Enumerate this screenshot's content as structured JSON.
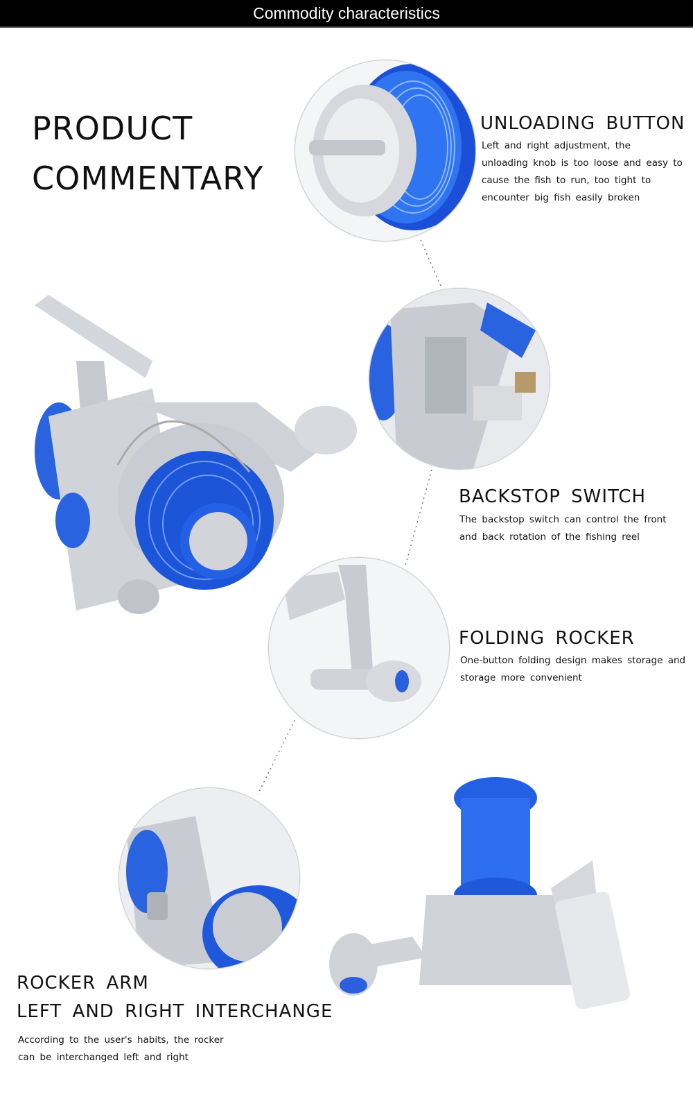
{
  "header": {
    "title": "Commodity characteristics"
  },
  "intro": {
    "line1": "PRODUCT",
    "line2": "COMMENTARY"
  },
  "features": [
    {
      "title": "UNLOADING BUTTON",
      "text": "Left and right adjustment, the\nunloading knob is too loose and easy to\ncause the fish to run, too tight to\nencounter big fish easily broken"
    },
    {
      "title": "BACKSTOP SWITCH",
      "text": "The backstop switch can control the front\nand back rotation of the fishing reel"
    },
    {
      "title": "FOLDING ROCKER",
      "text": "One-button folding design makes storage and\nstorage more convenient"
    },
    {
      "title": "ROCKER ARM",
      "title2": "LEFT AND RIGHT INTERCHANGE",
      "text": "According to the user's habits, the rocker\ncan be interchanged left and right"
    }
  ],
  "colors": {
    "blue": "#1f5fe0",
    "silver": "#c9ccd2",
    "bar": "#000000"
  }
}
